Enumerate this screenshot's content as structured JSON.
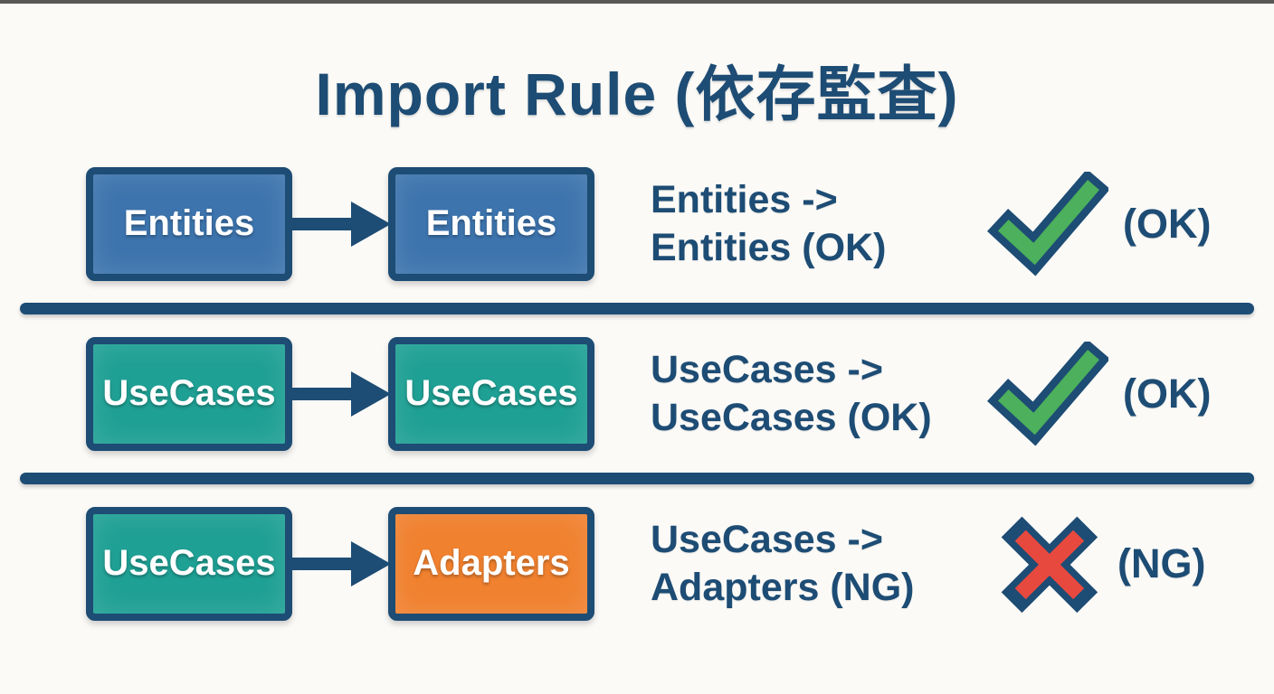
{
  "title": "Import Rule (依存監査)",
  "colors": {
    "background": "#fbfaf7",
    "navy": "#1d4c74",
    "blue": "#3d74ad",
    "teal": "#1fa094",
    "orange": "#f0812f",
    "green": "#4cb05c",
    "red": "#e8493f"
  },
  "rows": [
    {
      "source": "Entities",
      "target": "Entities",
      "source_color": "blue",
      "target_color": "blue",
      "label_line1": "Entities ->",
      "label_line2": "Entities (OK)",
      "status": "ok",
      "status_label": "(OK)"
    },
    {
      "source": "UseCases",
      "target": "UseCases",
      "source_color": "teal",
      "target_color": "teal",
      "label_line1": "UseCases ->",
      "label_line2": "UseCases (OK)",
      "status": "ok",
      "status_label": "(OK)"
    },
    {
      "source": "UseCases",
      "target": "Adapters",
      "source_color": "teal",
      "target_color": "orange",
      "label_line1": "UseCases ->",
      "label_line2": "Adapters (NG)",
      "status": "ng",
      "status_label": "(NG)"
    }
  ]
}
